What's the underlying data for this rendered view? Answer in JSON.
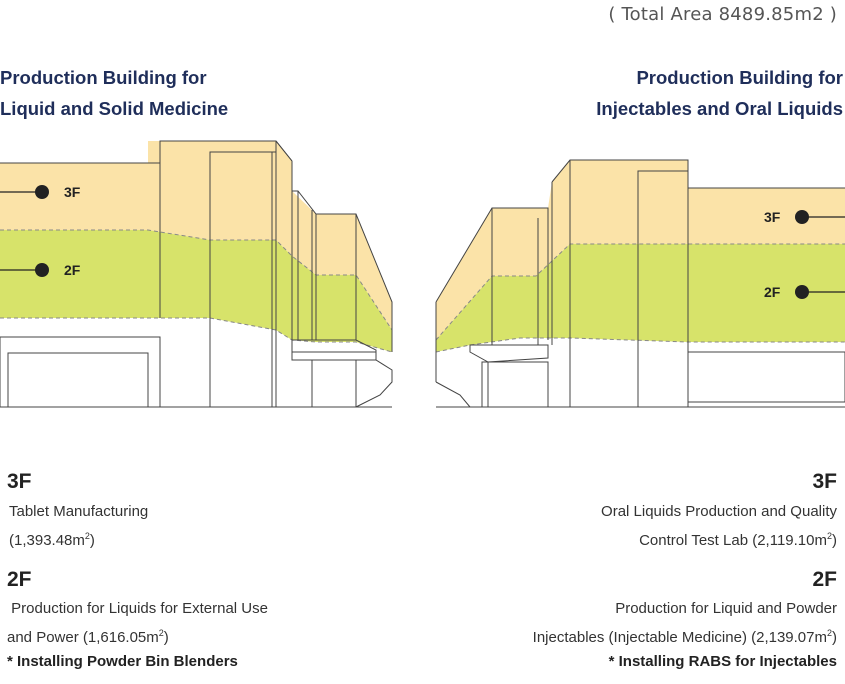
{
  "total_area": "( Total Area 8489.85m2 )",
  "left_building": {
    "title_line1": "Production Building for",
    "title_line2": "Liquid and Solid Medicine",
    "marker_3f": "3F",
    "marker_2f": "2F",
    "floor3": {
      "heading": "3F",
      "line1": "Tablet Manufacturing",
      "line2": "(1,393.48m",
      "line2_sup": "2",
      "line2_end": ")"
    },
    "floor2": {
      "heading": "2F",
      "line1": " Production for Liquids for External Use",
      "line2": "and Power (1,616.05m",
      "line2_sup": "2",
      "line2_end": ")",
      "note": "* Installing Powder Bin Blenders"
    }
  },
  "right_building": {
    "title_line1": "Production Building for",
    "title_line2": "Injectables and Oral Liquids",
    "marker_3f": "3F",
    "marker_2f": "2F",
    "floor3": {
      "heading": "3F",
      "line1": "Oral Liquids Production and Quality",
      "line2": "Control Test Lab (2,119.10m",
      "line2_sup": "2",
      "line2_end": ")"
    },
    "floor2": {
      "heading": "2F",
      "line1": "Production for Liquid and Powder",
      "line2": "Injectables (Injectable Medicine) (2,139.07m",
      "line2_sup": "2",
      "line2_end": ")",
      "note": "* Installing RABS for Injectables"
    }
  },
  "colors": {
    "floor3": "#fbe3a8",
    "floor2": "#d7e36a",
    "title": "#1f2e5a",
    "outline": "#444444"
  }
}
